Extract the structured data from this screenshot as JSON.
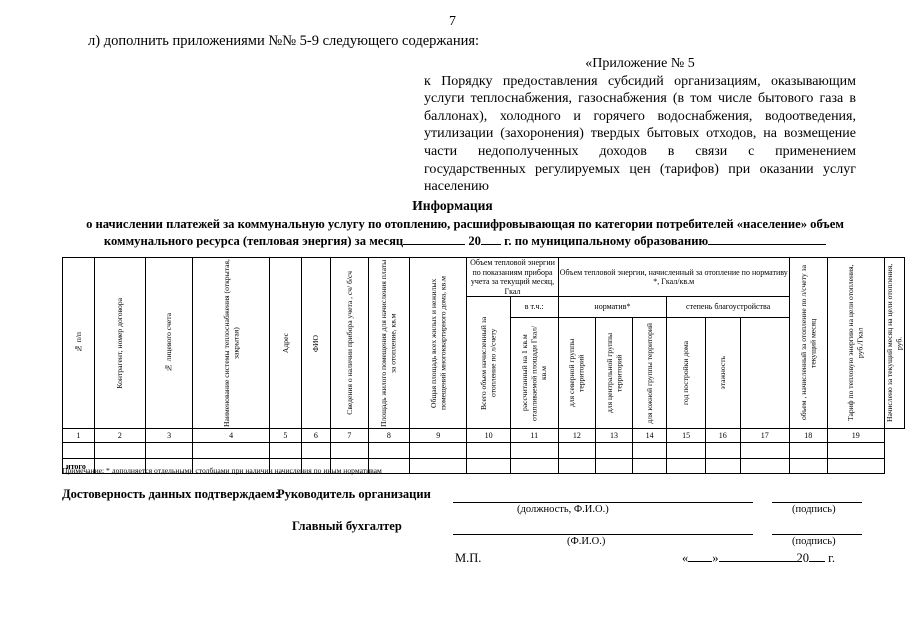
{
  "document": {
    "page_number": "7",
    "intro_line": "л) дополнить приложениями №№ 5-9 следующего содержания:",
    "appendix": {
      "title": "«Приложение № 5",
      "body": "к Порядку предоставления субсидий организациям, оказывающим услуги теплоснабжения, газоснабжения (в том числе бытового газа в баллонах), холодного и горячего водоснабжения, водоотведения, утилизации (захоронения) твердых бытовых отходов, на возмещение части недополученных доходов в связи с применением государственных регулируемых цен (тарифов)  при оказании услуг населению"
    },
    "info": {
      "title": "Информация",
      "line1": "о начислении платежей  за коммунальную услугу по отоплению, расшифровывающая по категории потребителей «население» объем",
      "line2_a": "коммунального ресурса (тепловая энергия) за  месяц",
      "line2_b": "20",
      "line2_c": "г. по муниципальному образованию"
    },
    "note": "Примечание: * дополняется отдельными столбцами при наличии начисления по иным нормативам",
    "signature": {
      "confirm": "Достоверность данных подтверждаем:",
      "head_label": "Руководитель организации",
      "head_caption": "(должность, Ф.И.О.)",
      "signature_caption": "(подпись)",
      "accountant_label": "Главный бухгалтер",
      "accountant_caption": "(Ф.И.О.)",
      "accountant_sig_caption": "(подпись)",
      "stamp": "М.П.",
      "date_open": "«",
      "date_close": "»",
      "date_year": "20",
      "date_suffix": "г."
    }
  },
  "table": {
    "group_headers": {
      "meter_volume": "Объем тепловой энергии по показаниям прибора учета за текущий месяц, Гкал",
      "norm_volume": "Объем тепловой энергии, начисленный за отопление по нормативу *, Гкал/кв.м",
      "norm": "норматив*",
      "amenity": "степень благоустройства",
      "in_which": "в т.ч.:"
    },
    "columns": [
      {
        "num": "1",
        "label": "№ п/п"
      },
      {
        "num": "2",
        "label": "Контрагент, номер договора"
      },
      {
        "num": "3",
        "label": "№ лицевого счета"
      },
      {
        "num": "4",
        "label": "Наименование системы теплоснабжения (открытая, закрытая)"
      },
      {
        "num": "5",
        "label": "Адрес"
      },
      {
        "num": "6",
        "label": "ФИО"
      },
      {
        "num": "7",
        "label": "Сведения о наличии прибора учета , сч/ б/сч"
      },
      {
        "num": "8",
        "label": "Площадь жилого помещения для начисления платы за отопление, кв.м"
      },
      {
        "num": "9",
        "label": "Общая площадь всех жилых и нежилых помещений многоквартирного дома, кв.м"
      },
      {
        "num": "10",
        "label": "Всего объем начисленный за отопление по л/счету"
      },
      {
        "num": "11",
        "label": "рассчитанный на 1 кв.м отапливаемой площади Гкал/кв.м"
      },
      {
        "num": "12",
        "label": "для северной группы территорий"
      },
      {
        "num": "13",
        "label": "для центральной группы территорий"
      },
      {
        "num": "14",
        "label": "для южной группы территорий"
      },
      {
        "num": "15",
        "label": "год постройки дома"
      },
      {
        "num": "16",
        "label": "этажность"
      },
      {
        "num": "17",
        "label": "объем , начисленный за отопление по л/счету за текущий месяц"
      },
      {
        "num": "18",
        "label": "Тариф по тепловую энергию на цели отопления, руб./Гкал"
      },
      {
        "num": "19",
        "label": "Начислено за текущий месяц на цели отопления, руб."
      }
    ],
    "total_label": "итого"
  }
}
